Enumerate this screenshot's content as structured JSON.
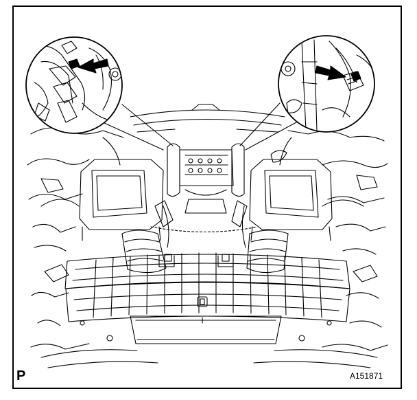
{
  "figure": {
    "corner_mark": "P",
    "figure_id": "A151871"
  },
  "colors": {
    "line": "#000000",
    "paper": "#ffffff"
  },
  "callouts": [
    {
      "id": "left-detail",
      "arrow": "pointing-left"
    },
    {
      "id": "right-detail",
      "arrow": "pointing-right"
    }
  ]
}
